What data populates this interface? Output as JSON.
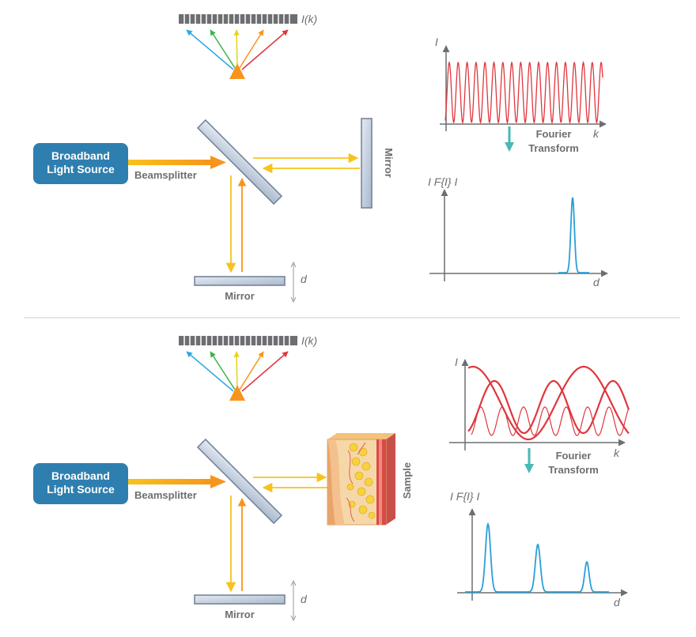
{
  "colors": {
    "source_box": "#2e7fb0",
    "beam_orange": "#f7941d",
    "beam_yellow": "#f8c21c",
    "mirror_fill": "#c7d3e3",
    "mirror_stroke": "#6f7f94",
    "detector": "#6d6e71",
    "signal_red": "#e0363d",
    "fft_blue": "#2a9fd6",
    "arrow_teal": "#4ab8b5",
    "text_gray": "#6d6e71"
  },
  "top": {
    "source_label_line1": "Broadband",
    "source_label_line2": "Light Source",
    "beamsplitter_label": "Beamsplitter",
    "reference_mirror_label": "Mirror",
    "side_mirror_label": "Mirror",
    "detector_label": "I(k)",
    "displacement_label": "d",
    "plot1_ylabel": "I",
    "plot1_xlabel": "k",
    "transform_line1": "Fourier",
    "transform_line2": "Transform",
    "plot2_ylabel": "I F{I} I",
    "plot2_xlabel": "d"
  },
  "bottom": {
    "source_label_line1": "Broadband",
    "source_label_line2": "Light Source",
    "beamsplitter_label": "Beamsplitter",
    "reference_mirror_label": "Mirror",
    "sample_label": "Sample",
    "detector_label": "I(k)",
    "displacement_label": "d",
    "plot1_ylabel": "I",
    "plot1_xlabel": "k",
    "transform_line1": "Fourier",
    "transform_line2": "Transform",
    "plot2_ylabel": "I F{I} I",
    "plot2_xlabel": "d"
  },
  "icons": {
    "detector": "detector-array-icon",
    "spectrum_arrows": "spectrum-arrows-icon",
    "sample": "tissue-sample-icon",
    "transform_arrow": "down-arrow-icon"
  }
}
